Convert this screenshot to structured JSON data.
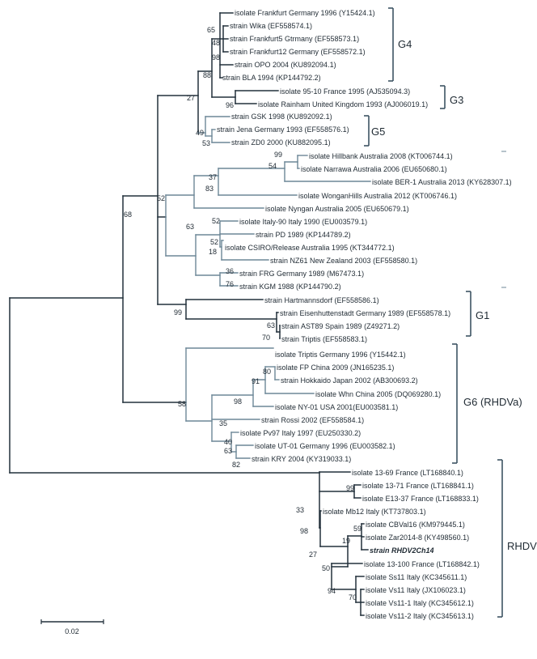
{
  "colors": {
    "branch_dark": "#22303b",
    "branch_light": "#6d8797",
    "bracket": "#3d5463"
  },
  "taxa": [
    "isolate Frankfurt Germany 1996 (Y15424.1)",
    "strain Wika (EF558574.1)",
    "strain Frankfurt5 Gtrmany (EF558573.1)",
    "strain Frankfurt12 Germany (EF558572.1)",
    "strain OPO 2004 (KU892094.1)",
    "strain BLA 1994 (KP144792.2)",
    "isolate 95-10 France 1995 (AJ535094.3)",
    "isolate Rainham United Kingdom 1993 (AJ006019.1)",
    "strain GSK 1998 (KU892092.1)",
    "strain Jena Germany 1993 (EF558576.1)",
    "strain ZD0 2000 (KU882095.1)",
    "isolate Hillbank Australia 2008 (KT006744.1)",
    "isolate Narrawa Australia 2006 (EU650680.1)",
    "isolate BER-1 Australia 2013 (KY628307.1)",
    "isolate WonganHills Australia 2012 (KT006746.1)",
    "isolate Nyngan Australia 2005 (EU650679.1)",
    "isolate Italy-90 Italy 1990 (EU003579.1)",
    "strain PD 1989 (KP144789.2)",
    "isolate CSIRO/Release Australia 1995 (KT344772.1)",
    "strain NZ61 New Zealand 2003 (EF558580.1)",
    "strain FRG Germany 1989 (M67473.1)",
    "strain KGM 1988 (KP144790.2)",
    "strain Hartmannsdorf (EF558586.1)",
    "strain Eisenhuttenstadt Germany 1989 (EF558578.1)",
    "strain AST89 Spain 1989 (Z49271.2)",
    "strain Triptis (EF558583.1)",
    "isolate Triptis Germany 1996 (Y15442.1)",
    "isolate FP China 2009 (JN165235.1)",
    "strain Hokkaido Japan 2002 (AB300693.2)",
    "isolate Whn China 2005 (DQ069280.1)",
    "isolate NY-01 USA 2001(EU003581.1)",
    "strain Rossi 2002 (EF558584.1)",
    "isolate Pv97 Italy 1997 (EU250330.2)",
    "isolate UT-01 Germany 1996 (EU003582.1)",
    "strain KRY 2004 (KY319033.1)",
    "isolate 13-69 France (LT168840.1)",
    "isolate 13-71 France (LT168841.1)",
    "isolate E13-37 France (LT168833.1)",
    "isolate Mb12 Italy (KT737803.1)",
    "isolate CBVal16 (KM979445.1)",
    "isolate Zar2014-8 (KY498560.1)",
    "strain RHDV2Ch14",
    "isolate 13-100 France (LT168842.1)",
    "isolate Ss11 Italy (KC345611.1)",
    "isolate Vs11 Italy (JX106023.1)",
    "isolate Vs11-1 Italy (KC345612.1)",
    "isolate Vs11-2 Italy (KC345613.1)"
  ],
  "bootstrap": [
    "65",
    "48",
    "98",
    "88",
    "27",
    "96",
    "49",
    "53",
    "52",
    "37",
    "99",
    "54",
    "83",
    "63",
    "52",
    "52",
    "18",
    "36",
    "76",
    "68",
    "99",
    "63",
    "70",
    "80",
    "91",
    "98",
    "58",
    "35",
    "40",
    "63",
    "82",
    "99",
    "33",
    "98",
    "59",
    "19",
    "27",
    "50",
    "94",
    "70"
  ],
  "groups": [
    "G4",
    "G3",
    "G5",
    "G1",
    "G6 (RHDVa)",
    "RHDV"
  ],
  "scale": {
    "label": "0.02"
  }
}
